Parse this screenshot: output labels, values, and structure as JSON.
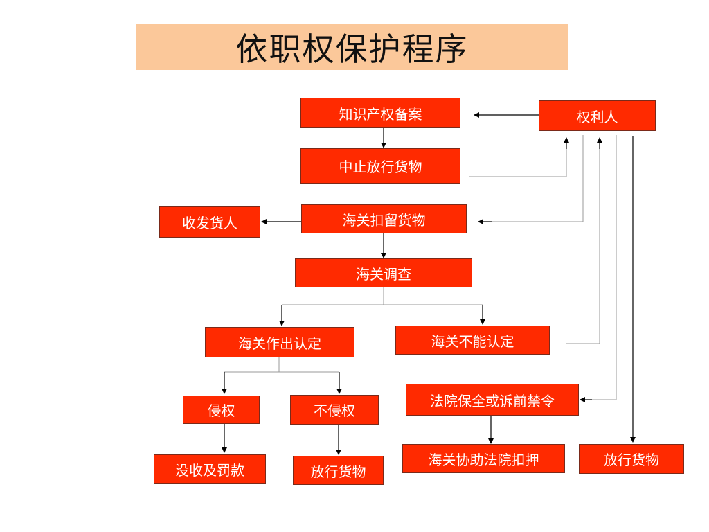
{
  "slide": {
    "title": "依职权保护程序"
  },
  "nodes": {
    "ip_record": "知识产权备案",
    "right_holder": "权利人",
    "suspend_release": "中止放行货物",
    "consignee": "收发货人",
    "customs_detain": "海关扣留货物",
    "customs_investigate": "海关调查",
    "customs_determine": "海关作出认定",
    "customs_cannot_determine": "海关不能认定",
    "infringement": "侵权",
    "no_infringement": "不侵权",
    "court_preservation": "法院保全或诉前禁令",
    "confiscate_fine": "没收及罚款",
    "release_goods_1": "放行货物",
    "customs_assist_court": "海关协助法院扣押",
    "release_goods_2": "放行货物"
  },
  "colors": {
    "node_fill": "#ff2a00",
    "node_border": "#7a2a1a",
    "node_text": "#ffffff",
    "title_fill": "#fbc89a"
  }
}
